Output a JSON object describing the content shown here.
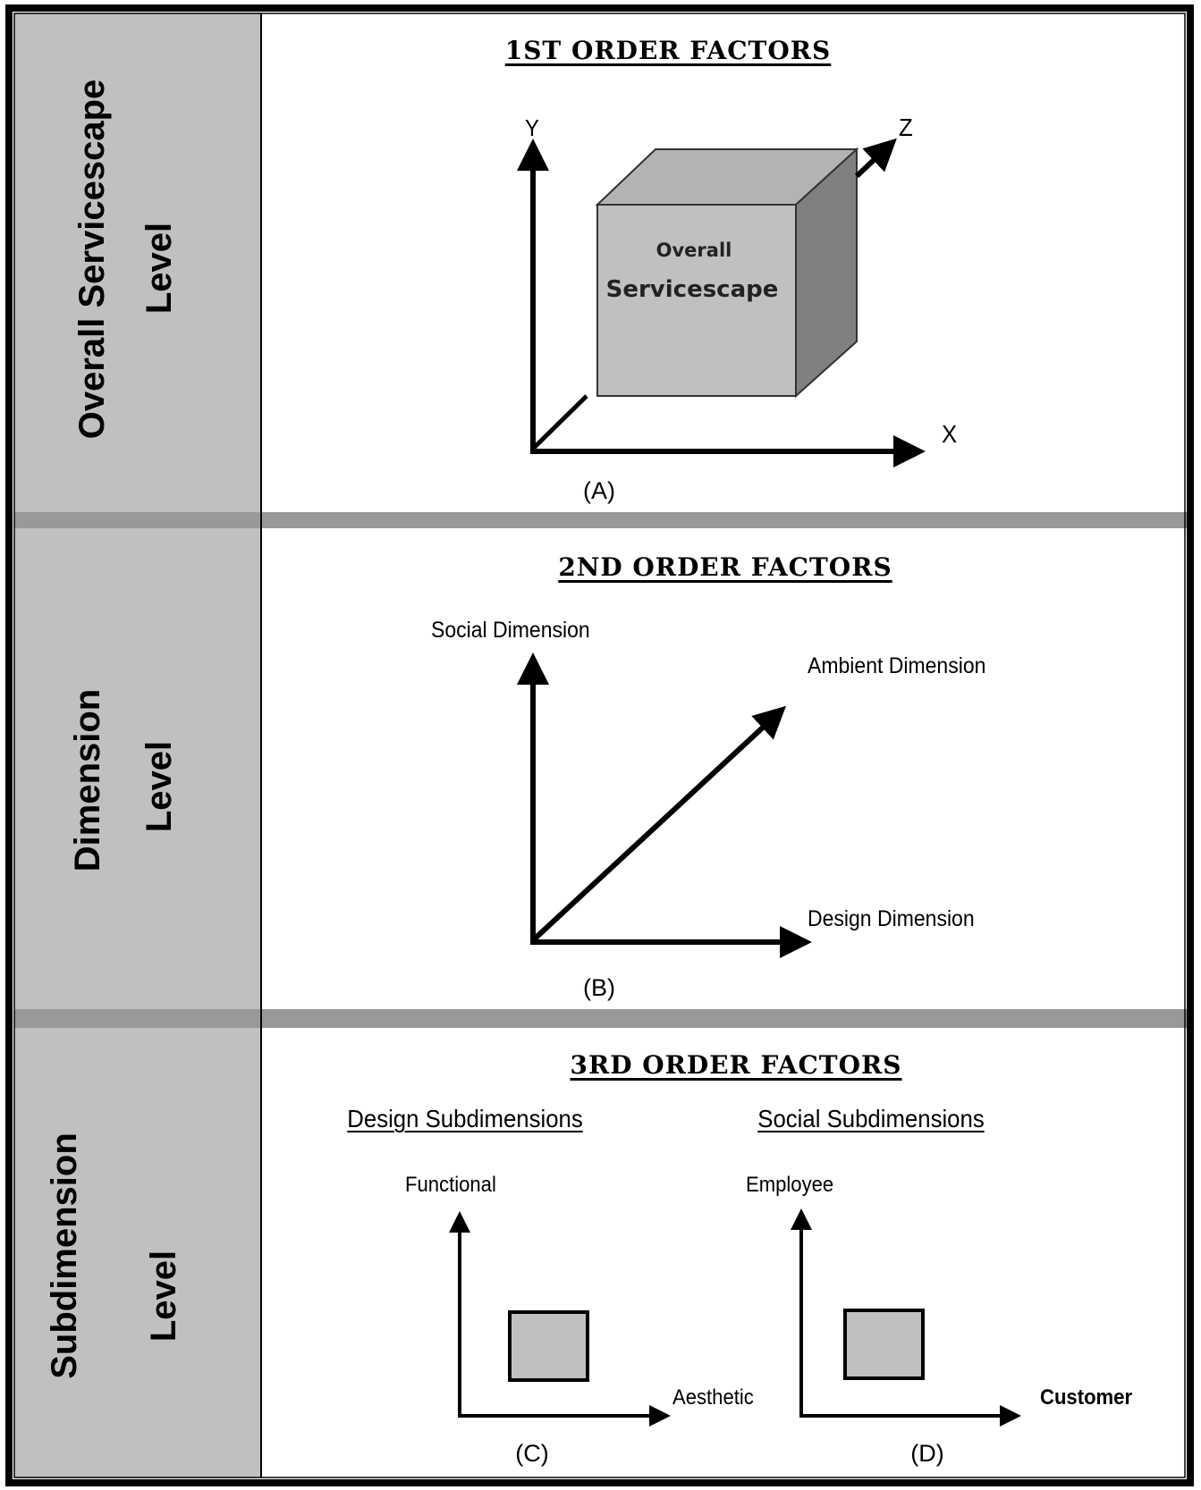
{
  "colors": {
    "level_column_bg": "#c0c0c0",
    "divider_bar": "#999999",
    "cube_front": "#c0c0c0",
    "cube_top": "#b3b3b3",
    "cube_side": "#808080",
    "square_fill": "#c0c0c0",
    "ink": "#000000"
  },
  "levels": [
    {
      "line1": "Overall Servicescape",
      "line2": "Level"
    },
    {
      "line1": "Dimension",
      "line2": "Level"
    },
    {
      "line1": "Subdimension",
      "line2": "Level"
    }
  ],
  "panels": {
    "first_order": {
      "title": "1ST ORDER FACTORS",
      "axes": {
        "y": "Y",
        "x": "X",
        "z": "Z"
      },
      "cube": {
        "line1": "Overall",
        "line2": "Servicescape"
      },
      "caption": "(A)"
    },
    "second_order": {
      "title": "2ND ORDER FACTORS",
      "axes": {
        "vertical": "Social Dimension",
        "diagonal": "Ambient Dimension",
        "horizontal": "Design Dimension"
      },
      "caption": "(B)"
    },
    "third_order": {
      "title": "3RD ORDER FACTORS",
      "design": {
        "heading": "Design Subdimensions",
        "vertical": "Functional",
        "horizontal": "Aesthetic",
        "caption": "(C)"
      },
      "social": {
        "heading": "Social Subdimensions",
        "vertical": "Employee",
        "horizontal": "Customer",
        "caption": "(D)"
      }
    }
  }
}
